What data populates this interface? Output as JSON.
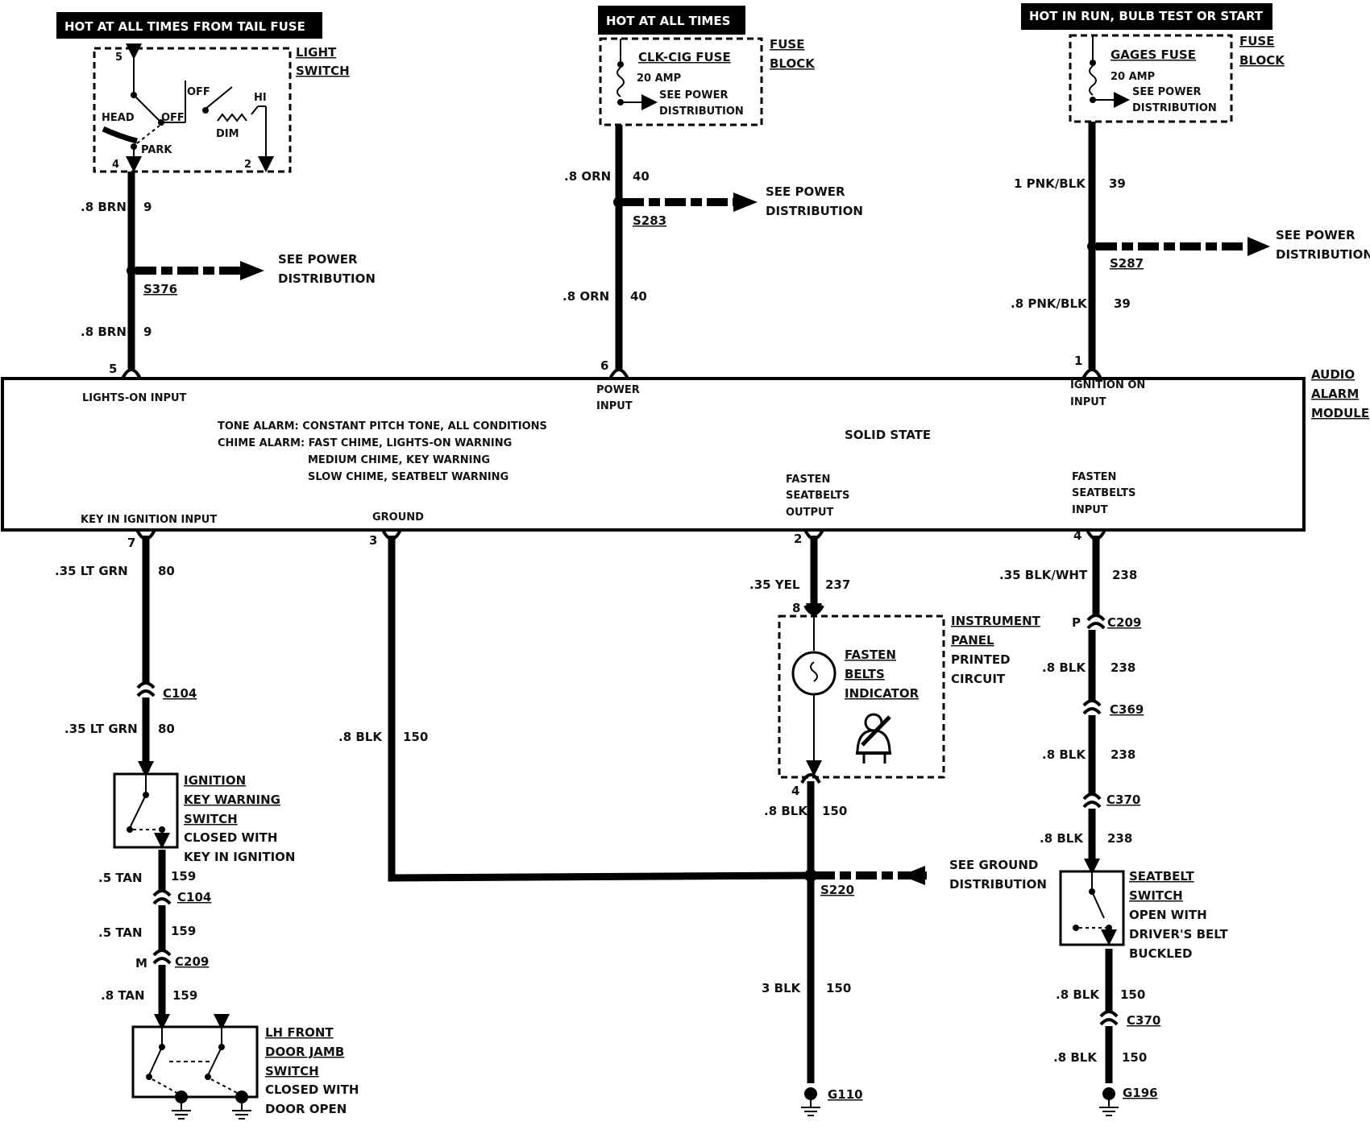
{
  "headers": {
    "tail_fuse": "HOT AT ALL TIMES FROM TAIL FUSE",
    "hot_always": "HOT AT ALL TIMES",
    "hot_run": "HOT IN RUN, BULB TEST OR START"
  },
  "light_switch": {
    "title1": "LIGHT",
    "title2": "SWITCH",
    "pin_top": "5",
    "pin_bottom_left": "4",
    "pin_bottom_right": "2",
    "head": "HEAD",
    "off1": "OFF",
    "off2": "OFF",
    "park": "PARK",
    "dim": "DIM",
    "hi": "HI"
  },
  "fuse_block_1": {
    "label1": "FUSE",
    "label2": "BLOCK",
    "fuse_name": "CLK-CIG FUSE",
    "rating": "20 AMP",
    "see1": "SEE POWER",
    "see2": "DISTRIBUTION"
  },
  "fuse_block_2": {
    "label1": "FUSE",
    "label2": "BLOCK",
    "fuse_name": "GAGES FUSE",
    "rating": "20 AMP",
    "see1": "SEE POWER",
    "see2": "DISTRIBUTION"
  },
  "circuit_lights": {
    "wire_top": ".8 BRN",
    "num_top": "9",
    "splice": "S376",
    "see1": "SEE POWER",
    "see2": "DISTRIBUTION",
    "wire_bottom": ".8 BRN",
    "num_bottom": "9",
    "pin": "5"
  },
  "circuit_power": {
    "wire_top": ".8 ORN",
    "num_top": "40",
    "splice": "S283",
    "see1": "SEE POWER",
    "see2": "DISTRIBUTION",
    "wire_bottom": ".8 ORN",
    "num_bottom": "40",
    "pin": "6"
  },
  "circuit_ignition": {
    "wire_top": "1 PNK/BLK",
    "num_top": "39",
    "splice": "S287",
    "see1": "SEE POWER",
    "see2": "DISTRIBUTION",
    "wire_bottom": ".8 PNK/BLK",
    "num_bottom": "39",
    "pin": "1"
  },
  "module": {
    "name1": "AUDIO",
    "name2": "ALARM",
    "name3": "MODULE",
    "lights_on_input": "LIGHTS-ON  INPUT",
    "power_input1": "POWER",
    "power_input2": "INPUT",
    "ignition_on1": "IGNITION ON",
    "ignition_on2": "INPUT",
    "desc1": "TONE ALARM: CONSTANT PITCH TONE, ALL CONDITIONS",
    "desc2": "CHIME ALARM: FAST CHIME, LIGHTS-ON WARNING",
    "desc3": "MEDIUM CHIME, KEY WARNING",
    "desc4": "SLOW CHIME, SEATBELT WARNING",
    "solid_state": "SOLID STATE",
    "key_input": "KEY  IN  IGNITION  INPUT",
    "ground": "GROUND",
    "fsb_out1": "FASTEN",
    "fsb_out2": "SEATBELTS",
    "fsb_out3": "OUTPUT",
    "fsb_in1": "FASTEN",
    "fsb_in2": "SEATBELTS",
    "fsb_in3": "INPUT"
  },
  "key_circuit": {
    "pin": "7",
    "w1": ".35 LT GRN",
    "n1": "80",
    "c1": "C104",
    "w2": ".35 LT GRN",
    "n2": "80",
    "sw1": "IGNITION",
    "sw2": "KEY WARNING",
    "sw3": "SWITCH",
    "sw4": "CLOSED WITH",
    "sw5": "KEY IN IGNITION",
    "w3": ".5 TAN",
    "n3": "159",
    "c2": "C104",
    "w4": ".5 TAN",
    "n4": "159",
    "c3_pin": "M",
    "c3": "C209",
    "w5": ".8 TAN",
    "n5": "159",
    "dj1": "LH FRONT",
    "dj2": "DOOR JAMB",
    "dj3": "SWITCH",
    "dj4": "CLOSED WITH",
    "dj5": "DOOR OPEN"
  },
  "ground_circuit": {
    "pin": "3",
    "wire": ".8 BLK",
    "num": "150",
    "see1": "SEE GROUND",
    "see2": "DISTRIBUTION",
    "splice": "S220"
  },
  "fsb_output_circuit": {
    "pin": "2",
    "wire": ".35 YEL",
    "num": "237",
    "conn_pin": "8",
    "ipc1": "INSTRUMENT",
    "ipc2": "PANEL",
    "ipc3": "PRINTED",
    "ipc4": "CIRCUIT",
    "ind1": "FASTEN",
    "ind2": "BELTS",
    "ind3": "INDICATOR",
    "pin_out": "4",
    "w2": ".8 BLK",
    "n2": "150",
    "w3": "3 BLK",
    "n3": "150",
    "ground": "G110"
  },
  "fsb_input_circuit": {
    "pin": "4",
    "wire": ".35 BLK/WHT",
    "num": "238",
    "c1_pin": "P",
    "c1": "C209",
    "w2": ".8 BLK",
    "n2": "238",
    "c2": "C369",
    "w3": ".8 BLK",
    "n3": "238",
    "c3": "C370",
    "w4": ".8 BLK",
    "n4": "238",
    "sw1": "SEATBELT",
    "sw2": "SWITCH",
    "sw3": "OPEN WITH",
    "sw4": "DRIVER'S BELT",
    "sw5": "BUCKLED",
    "w5": ".8 BLK",
    "n5": "150",
    "c4": "C370",
    "w6": ".8 BLK",
    "n6": "150",
    "ground": "G196"
  }
}
